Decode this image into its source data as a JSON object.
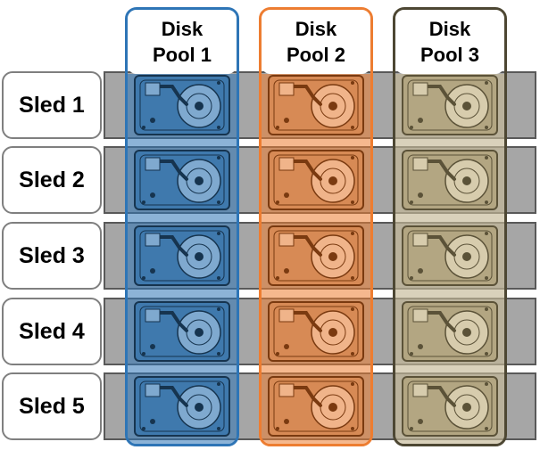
{
  "sleds": [
    {
      "label": "Sled 1"
    },
    {
      "label": "Sled 2"
    },
    {
      "label": "Sled 3"
    },
    {
      "label": "Sled 4"
    },
    {
      "label": "Sled 5"
    }
  ],
  "pools": [
    {
      "label": "Disk\nPool 1",
      "color": "#2E75B6",
      "fill": "#1f4e79"
    },
    {
      "label": "Disk\nPool 2",
      "color": "#ED7D31",
      "fill": "#c55a11"
    },
    {
      "label": "Disk\nPool 3",
      "color": "#4d4733",
      "fill": "#8c8061"
    }
  ],
  "disk_icon": "hard-disk-drive-icon"
}
